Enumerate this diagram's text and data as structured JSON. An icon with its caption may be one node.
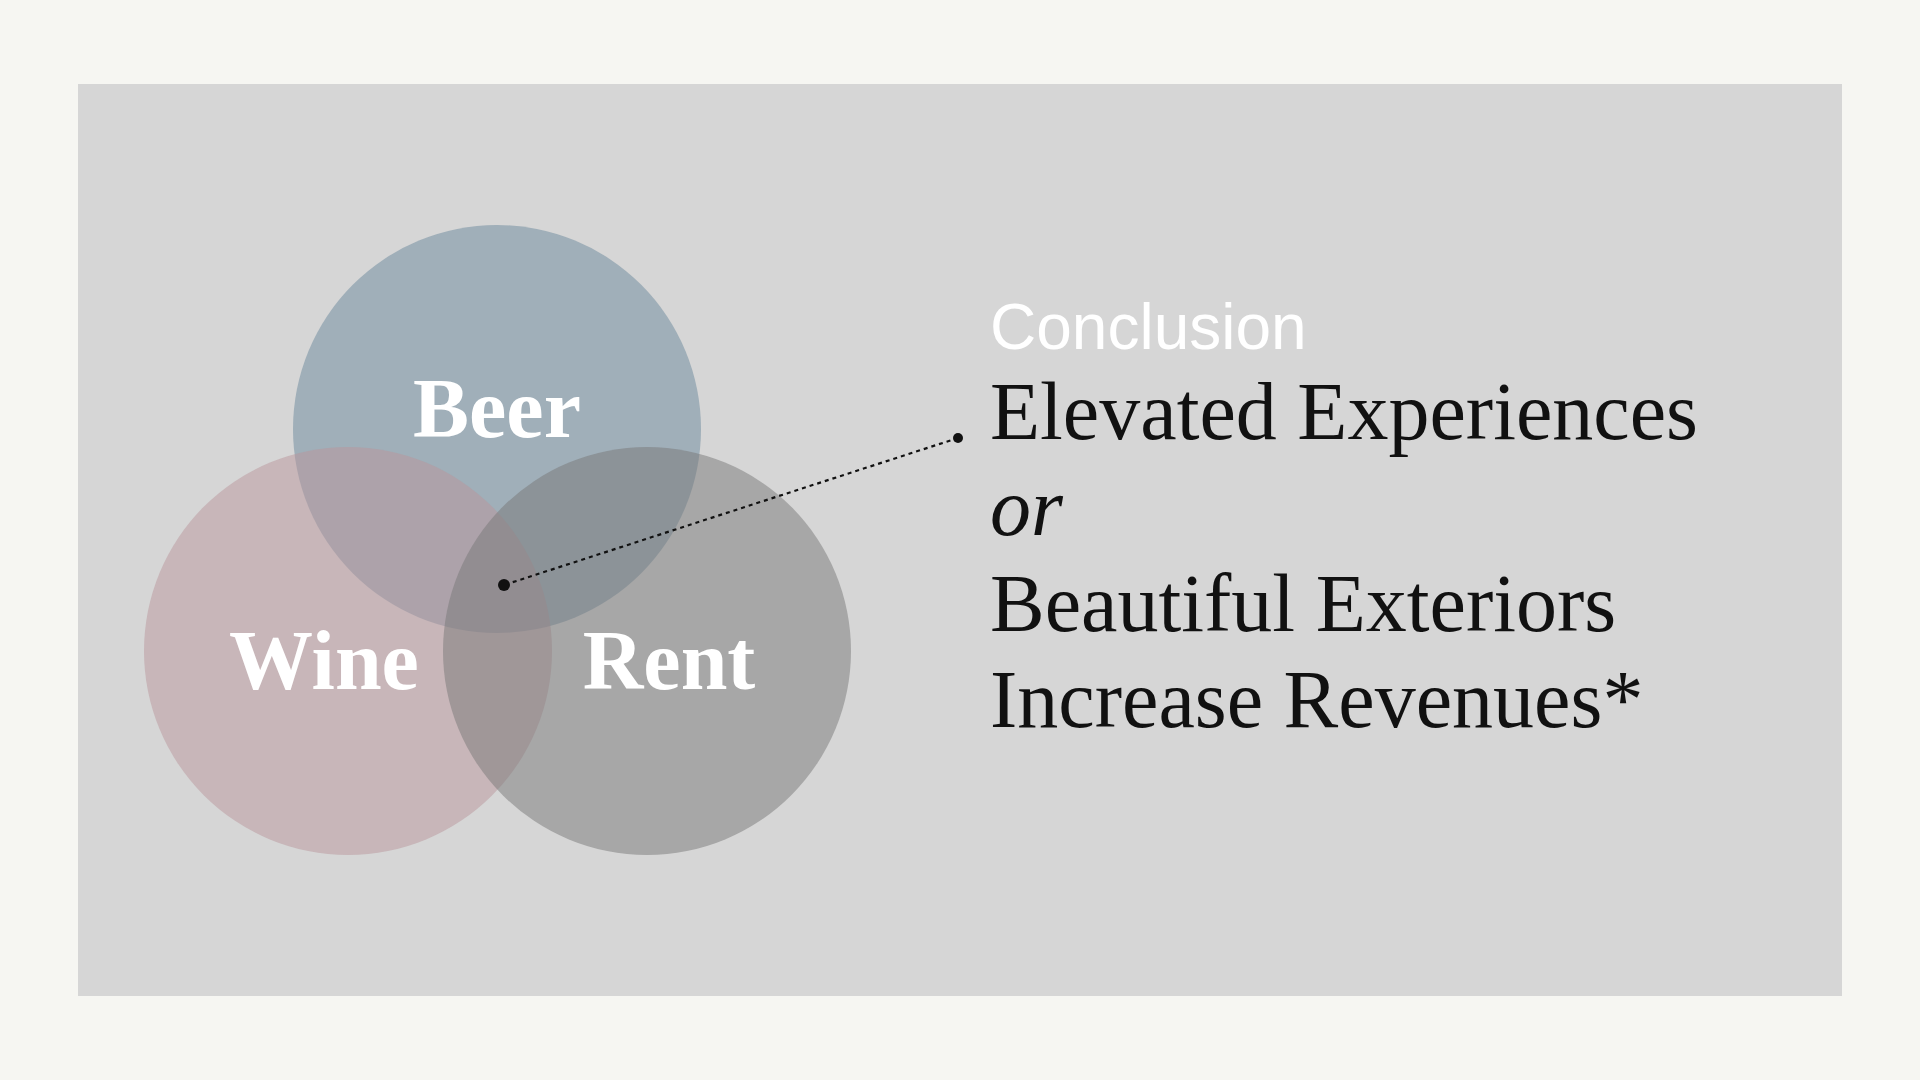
{
  "diagram": {
    "nodes": [
      {
        "text": [
          "Beer"
        ]
      },
      {
        "text": [
          "Wine"
        ]
      },
      {
        "text": [
          "Rent"
        ]
      },
      {
        "text": [
          "Conclusion",
          "Elevated Experiences",
          "or",
          "Beautiful Exteriors",
          "Increase Revenues*"
        ]
      },
      {
        "text": [],
        "shape": "circle"
      }
    ],
    "edges": [
      {
        "from": 3,
        "to": 4,
        "arrow": "other",
        "style": "dashed"
      }
    ]
  }
}
